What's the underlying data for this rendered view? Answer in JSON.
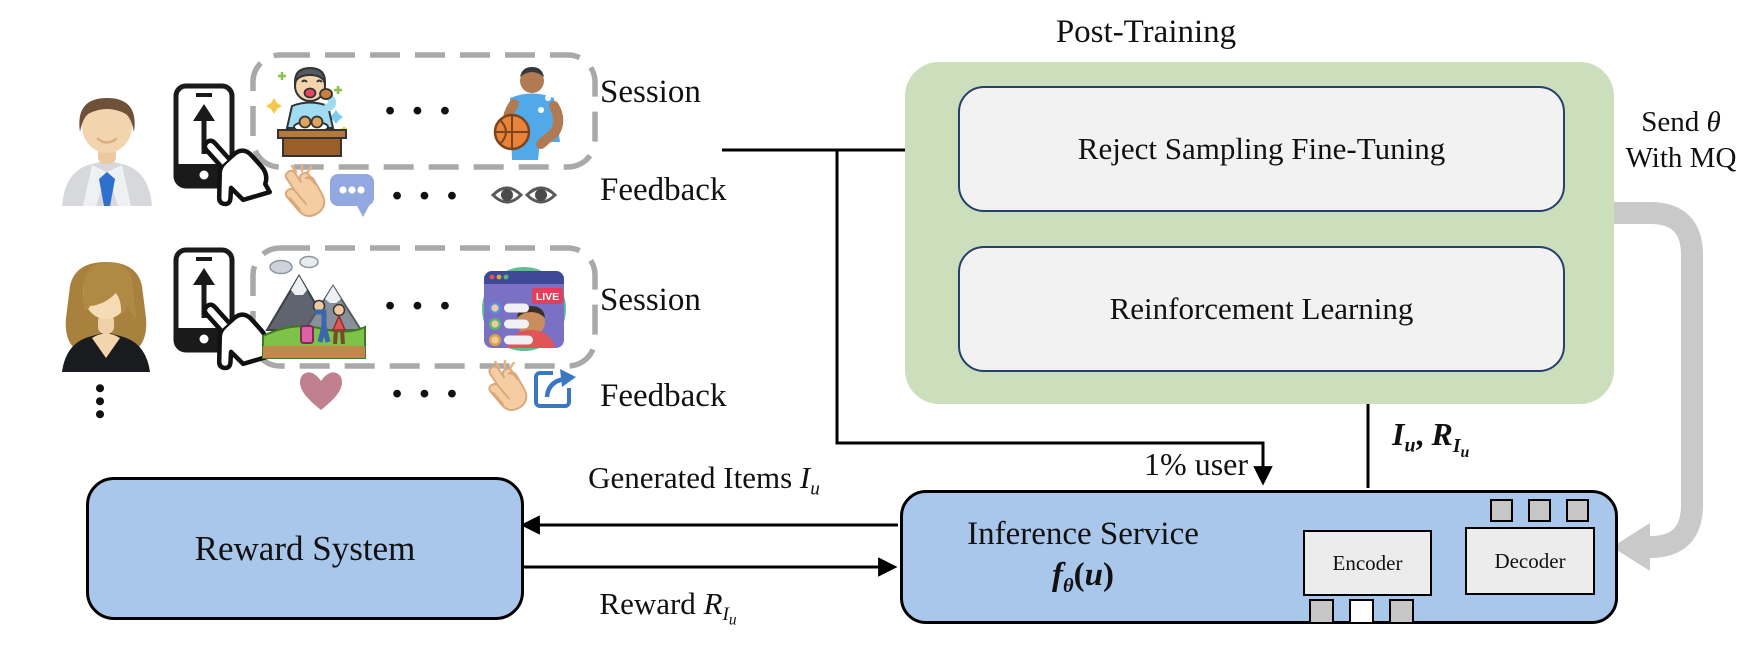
{
  "post_training": {
    "title": "Post-Training",
    "rsft_label": "Reject Sampling Fine-Tuning",
    "rl_label": "Reinforcement Learning"
  },
  "send_theta": {
    "prefix": "Send ",
    "theta": "θ",
    "line2": "With MQ"
  },
  "rows": {
    "row1": {
      "session_label": "Session",
      "feedback_label": "Feedback"
    },
    "row2": {
      "session_label": "Session",
      "feedback_label": "Feedback"
    }
  },
  "reward_system": {
    "label": "Reward System"
  },
  "inference": {
    "title": "Inference Service",
    "f": "f",
    "f_sub": "θ",
    "paren_open": "(",
    "arg": "u",
    "paren_close": ")",
    "encoder_label": "Encoder",
    "decoder_label": "Decoder"
  },
  "edges": {
    "one_percent": "1% user",
    "generated_prefix": "Generated Items ",
    "reward_prefix": "Reward ",
    "var_I": "I",
    "var_R": "R",
    "sub_u": "u",
    "comma": ", "
  },
  "icons": {
    "live_badge": "LIVE",
    "ellipsis": "• • •",
    "dot": "•",
    "names": [
      "user-man",
      "user-woman",
      "smartphone-tap",
      "eating-man",
      "basketball-player",
      "hiking-scene",
      "live-stream",
      "clap",
      "comment-bubble",
      "eyes",
      "heart",
      "share",
      "ellipsis",
      "vertical-ellipsis"
    ]
  },
  "colors": {
    "green_panel": "#cbdfbd",
    "inner_box_fill": "#f2f2f2",
    "inner_box_border": "#24406b",
    "blue_box": "#a9c7ea",
    "gray_arrow": "#c9c9c9",
    "dashed_border": "#a9a9a9",
    "heart": "#c0808f",
    "bubble_blue": "#93a7e0",
    "share_blue": "#3b78c2",
    "live_red": "#e23f5a"
  }
}
